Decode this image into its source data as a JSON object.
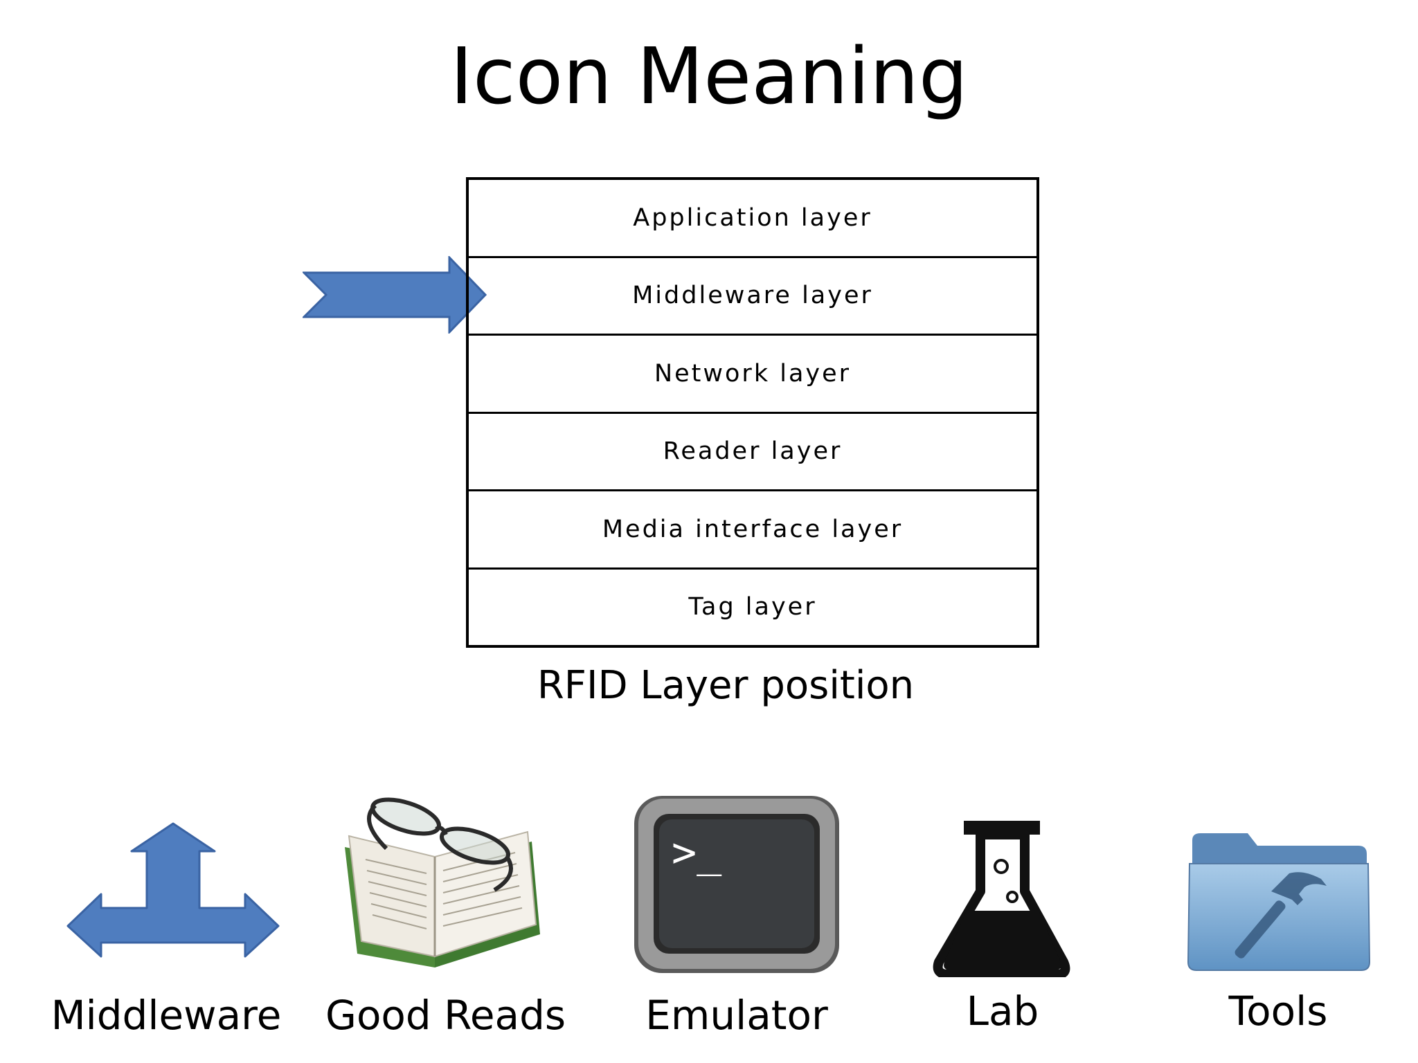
{
  "slide": {
    "title": "Icon Meaning",
    "layers": [
      "Application layer",
      "Middleware layer",
      "Network layer",
      "Reader layer",
      "Media interface layer",
      "Tag layer"
    ],
    "caption": "RFID Layer position"
  },
  "icons": [
    {
      "name": "t-arrow-icon",
      "label": "Middleware"
    },
    {
      "name": "book-glasses-icon",
      "label": "Good Reads"
    },
    {
      "name": "terminal-icon",
      "label": "Emulator",
      "prompt": ">_"
    },
    {
      "name": "flask-icon",
      "label": "Lab"
    },
    {
      "name": "folder-hammer-icon",
      "label": "Tools"
    }
  ],
  "colors": {
    "accent": "#4f7dbf",
    "accent_border": "#3a63a3"
  }
}
